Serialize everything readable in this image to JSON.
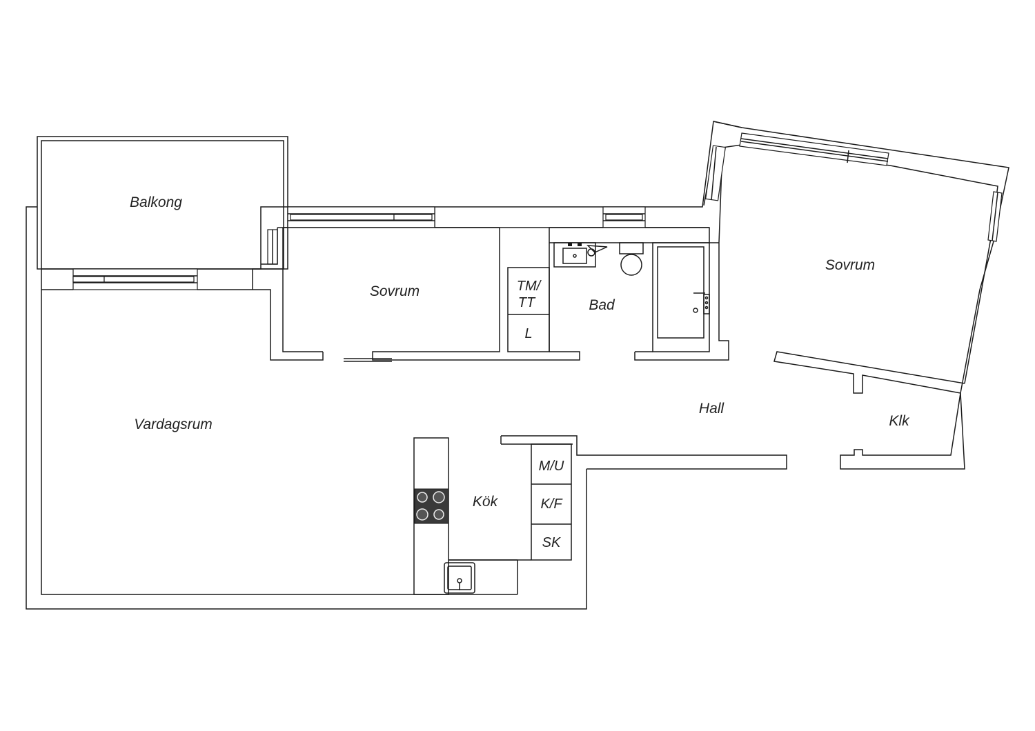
{
  "rooms": {
    "balkong": "Balkong",
    "sovrum_left": "Sovrum",
    "sovrum_right": "Sovrum",
    "tm_tt_line1": "TM/",
    "tm_tt_line2": "TT",
    "l": "L",
    "bad": "Bad",
    "hall": "Hall",
    "klk": "Klk",
    "vardagsrum": "Vardagsrum",
    "kok": "Kök",
    "mu": "M/U",
    "kf": "K/F",
    "sk": "SK"
  },
  "colors": {
    "wall": "#1a1a1a",
    "background": "#ffffff",
    "stove": "#3a3a3a"
  }
}
